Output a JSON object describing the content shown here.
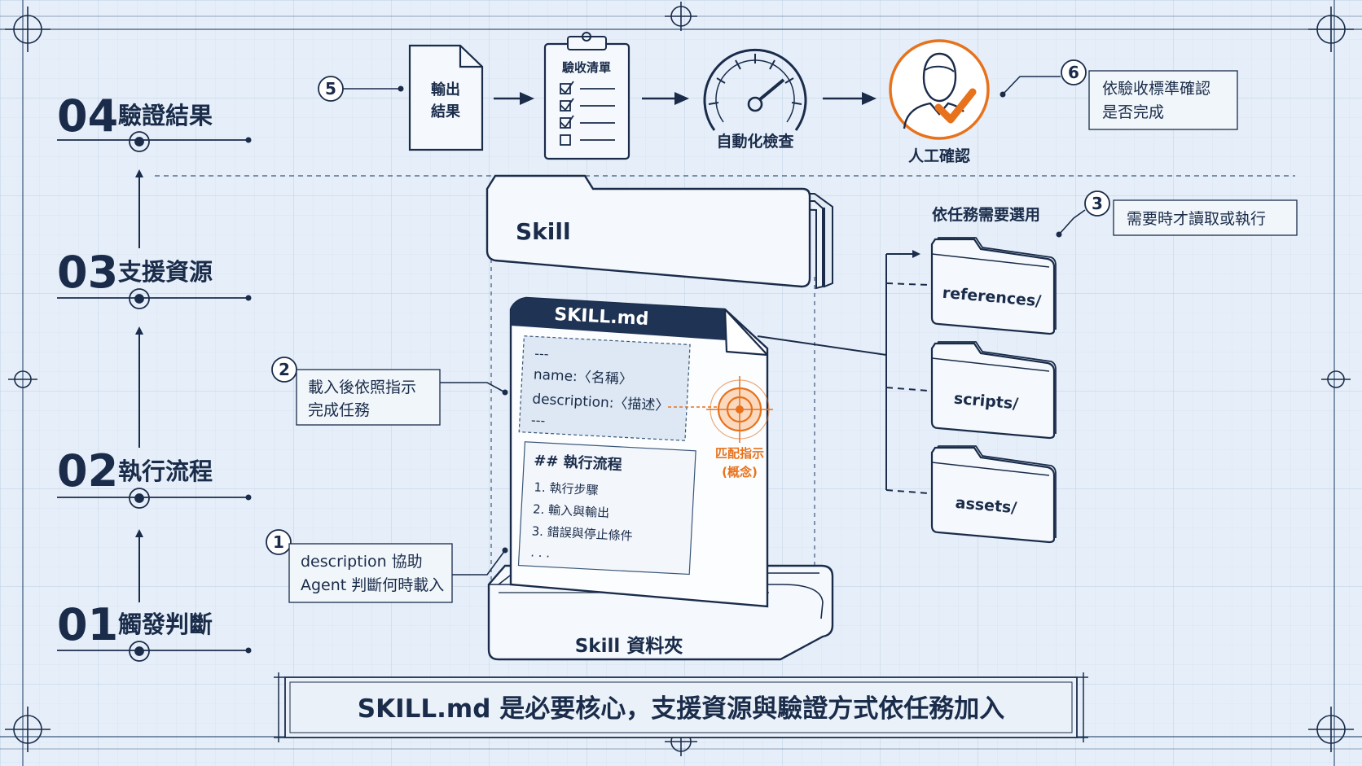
{
  "steps": [
    {
      "num": "01",
      "label": "觸發判斷"
    },
    {
      "num": "02",
      "label": "執行流程"
    },
    {
      "num": "03",
      "label": "支援資源"
    },
    {
      "num": "04",
      "label": "驗證結果"
    }
  ],
  "verify_flow": {
    "output_doc": [
      "輸出",
      "結果"
    ],
    "checklist_title": "驗收清單",
    "auto_check": "自動化檢查",
    "human_confirm": "人工確認"
  },
  "callouts": {
    "c1": {
      "num": "1",
      "lines": [
        "description 協助",
        "Agent 判斷何時載入"
      ]
    },
    "c2": {
      "num": "2",
      "lines": [
        "載入後依照指示",
        "完成任務"
      ]
    },
    "c3": {
      "num": "3",
      "lines": [
        "需要時才讀取或執行"
      ]
    },
    "c5": {
      "num": "5"
    },
    "c6": {
      "num": "6",
      "lines": [
        "依驗收標準確認",
        "是否完成"
      ]
    }
  },
  "skill_folder": {
    "tab_label": "Skill",
    "base_label": "Skill 資料夾"
  },
  "skill_md": {
    "title": "SKILL.md",
    "frontmatter": [
      "---",
      "name:〈名稱〉",
      "description:〈描述〉",
      "---"
    ],
    "body_heading": "## 執行流程",
    "body_items": [
      "1. 執行步驟",
      "2. 輸入與輸出",
      "3. 錯誤與停止條件",
      ". . ."
    ]
  },
  "match": {
    "lines": [
      "匹配指示",
      "(概念)"
    ]
  },
  "resources": {
    "caption": "依任務需要選用",
    "folders": [
      "references/",
      "scripts/",
      "assets/"
    ]
  },
  "footer": {
    "text": "SKILL.md 是必要核心，支援資源與驗證方式依任務加入"
  },
  "colors": {
    "navy": "#1a2c4a",
    "accent": "#e8721c",
    "background": "#e6eff9"
  }
}
